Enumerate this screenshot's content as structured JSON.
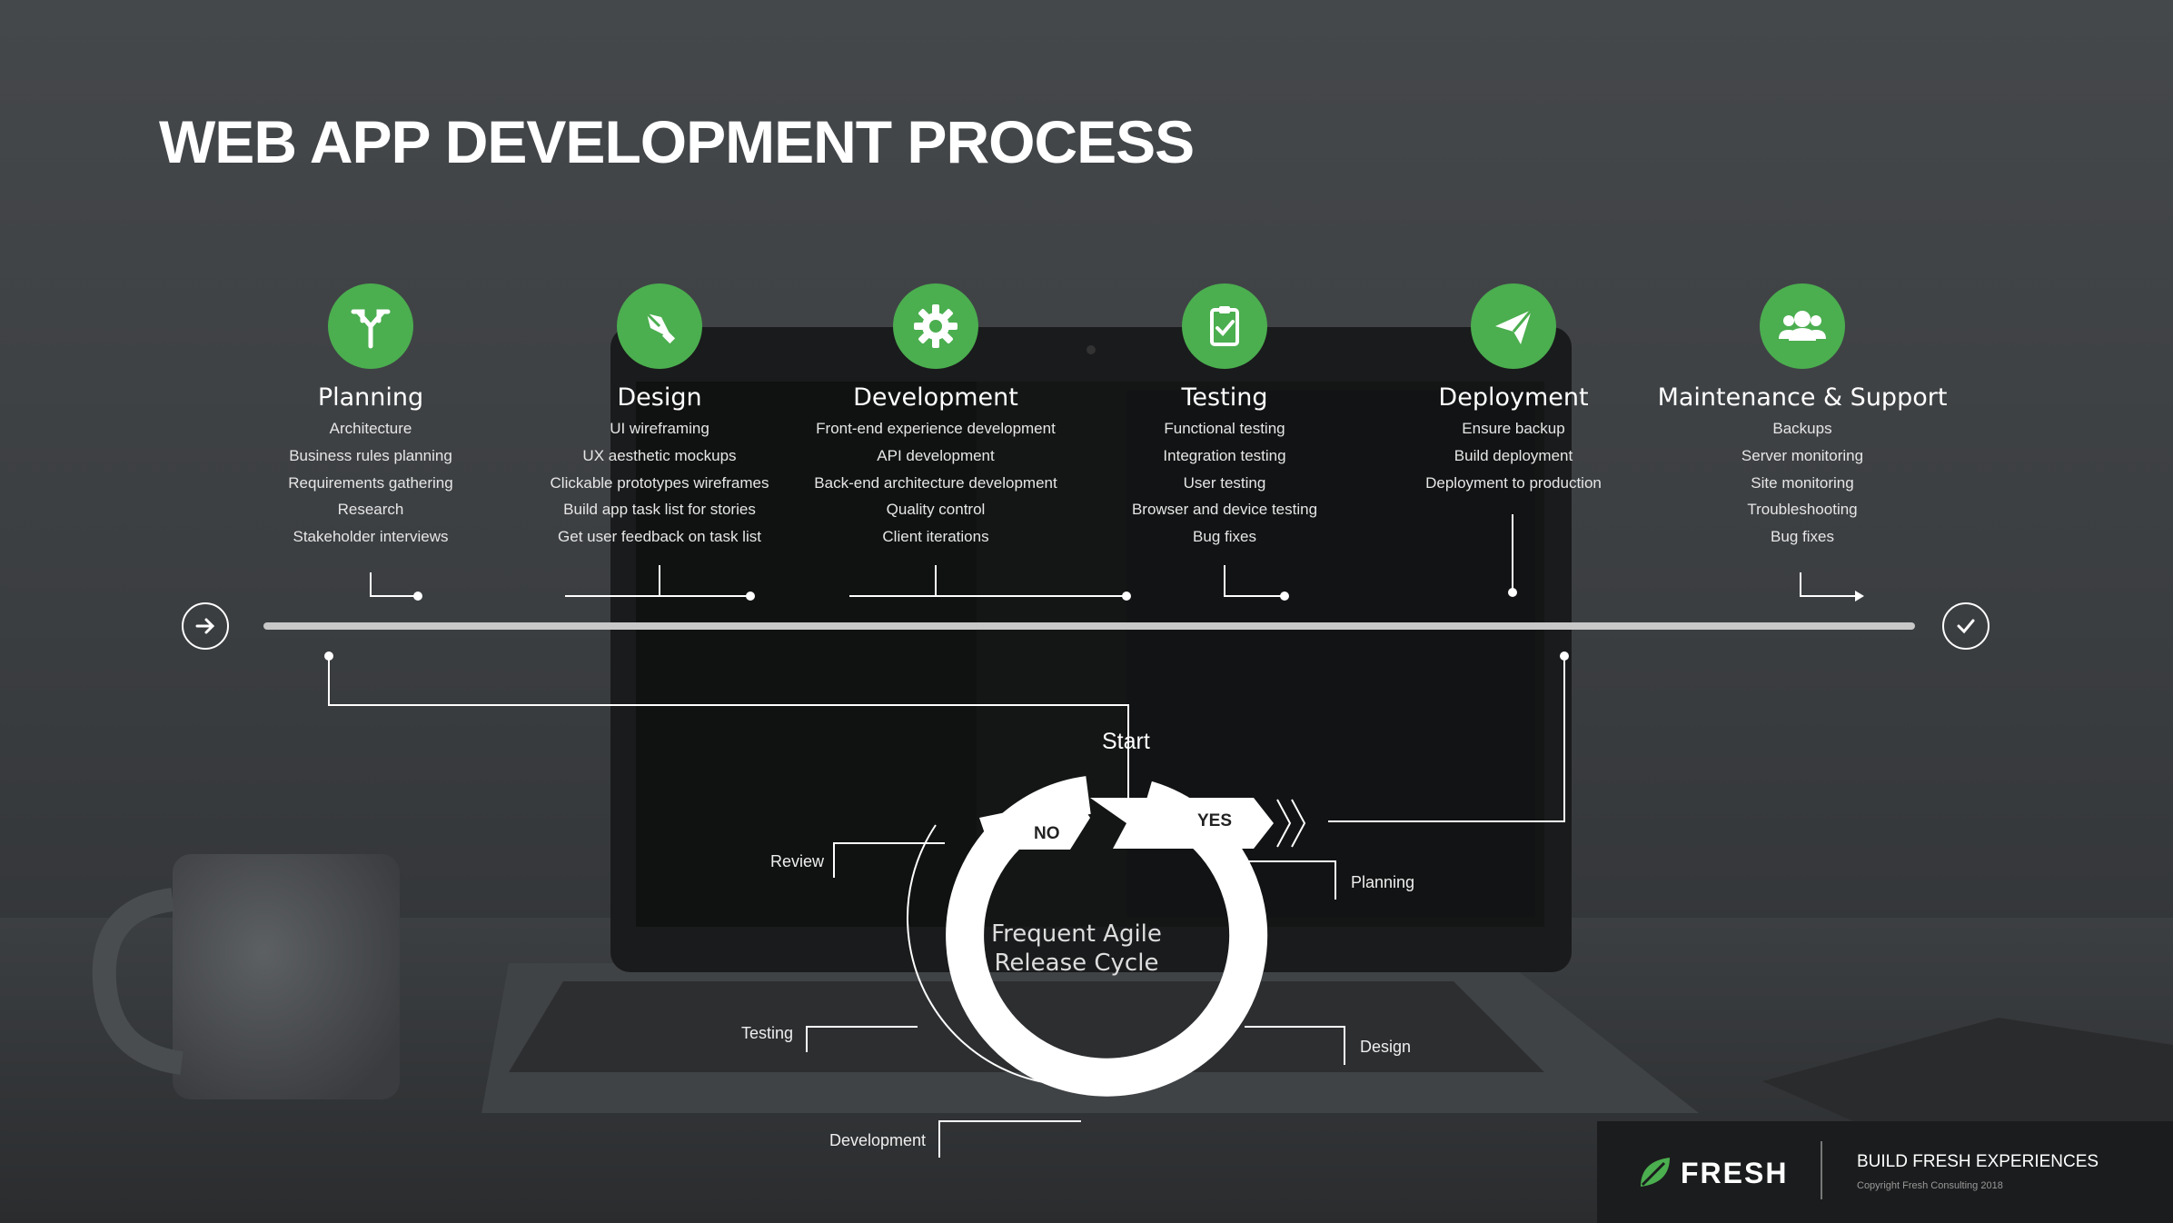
{
  "title": "WEB APP DEVELOPMENT PROCESS",
  "colors": {
    "accent": "#4bae4f",
    "background": "#3a3d40",
    "footer": "#1b1c1d"
  },
  "stages": [
    {
      "name": "Planning",
      "icon": "fork-arrow-icon",
      "items": [
        "Architecture",
        "Business rules planning",
        "Requirements gathering",
        "Research",
        "Stakeholder interviews"
      ]
    },
    {
      "name": "Design",
      "icon": "pen-nib-icon",
      "items": [
        "UI wireframing",
        "UX aesthetic mockups",
        "Clickable prototypes wireframes",
        "Build app task list for stories",
        "Get user feedback on task list"
      ]
    },
    {
      "name": "Development",
      "icon": "gear-icon",
      "items": [
        "Front-end experience development",
        "API development",
        "Back-end architecture development",
        "Quality control",
        "Client iterations"
      ]
    },
    {
      "name": "Testing",
      "icon": "clipboard-check-icon",
      "items": [
        "Functional testing",
        "Integration testing",
        "User testing",
        "Browser and device testing",
        "Bug fixes"
      ]
    },
    {
      "name": "Deployment",
      "icon": "paper-plane-icon",
      "items": [
        "Ensure backup",
        "Build deployment",
        "Deployment to production"
      ]
    },
    {
      "name": "Maintenance & Support",
      "icon": "users-group-icon",
      "items": [
        "Backups",
        "Server monitoring",
        "Site monitoring",
        "Troubleshooting",
        "Bug fixes"
      ]
    }
  ],
  "timeline": {
    "start_icon": "arrow-right-circle-icon",
    "end_icon": "check-circle-icon"
  },
  "cycle": {
    "start_label": "Start",
    "center_text_line1": "Frequent Agile",
    "center_text_line2": "Release Cycle",
    "no_label": "NO",
    "yes_label": "YES",
    "labels": {
      "review": "Review",
      "planning": "Planning",
      "testing": "Testing",
      "design": "Design",
      "development": "Development"
    }
  },
  "footer": {
    "brand": "FRESH",
    "tagline": "BUILD FRESH EXPERIENCES",
    "copyright": "Copyright Fresh Consulting 2018"
  }
}
